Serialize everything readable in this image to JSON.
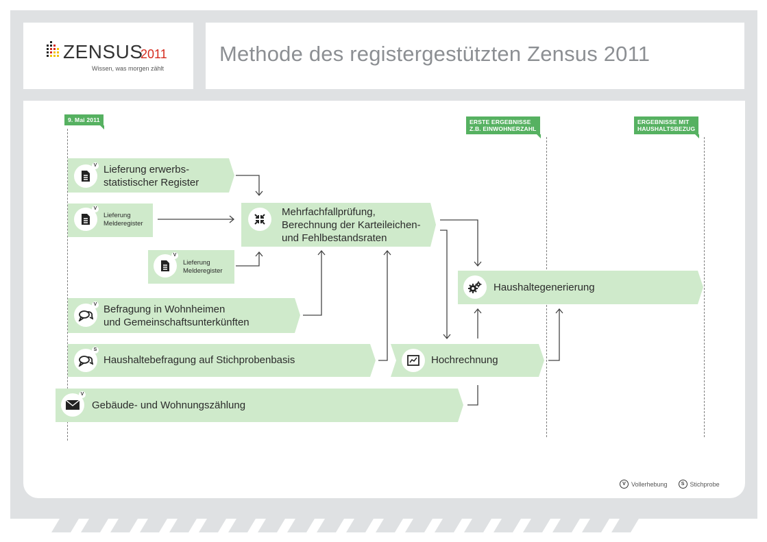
{
  "header": {
    "logo_text": "ZENSUS",
    "logo_year": "2011",
    "logo_tagline": "Wissen, was morgen zählt",
    "title": "Methode des registergestützten Zensus 2011"
  },
  "timeline": {
    "start": "9. Mai 2011",
    "milestone1_line1": "ERSTE ERGEBNISSE",
    "milestone1_line2": "Z.B. EINWOHNERZAHL",
    "milestone2_line1": "ERGEBNISSE MIT",
    "milestone2_line2": "HAUSHALTSBEZUG"
  },
  "boxes": {
    "register_line1": "Lieferung erwerbs-",
    "register_line2": "statistischer Register",
    "melde1_line1": "Lieferung",
    "melde1_line2": "Melderegister",
    "melde2_line1": "Lieferung",
    "melde2_line2": "Melderegister",
    "mehrfach_line1": "Mehrfachfallprüfung,",
    "mehrfach_line2": "Berechnung der Karteileichen-",
    "mehrfach_line3": "und Fehlbestandsraten",
    "befragung_line1": "Befragung in Wohnheimen",
    "befragung_line2": "und Gemeinschaftsunterkünften",
    "haushalte_stichprobe": "Haushaltebefragung auf Stichprobenbasis",
    "hochrechnung": "Hochrechnung",
    "haushaltegenerierung": "Haushaltegenerierung",
    "gebaeude": "Gebäude- und Wohnungszählung"
  },
  "badges": {
    "v": "V",
    "s": "S"
  },
  "legend": {
    "v_symbol": "V",
    "v_label": "Vollerhebung",
    "s_symbol": "S",
    "s_label": "Stichprobe"
  },
  "colors": {
    "box_fill": "#cfeacb",
    "flag_green": "#56b161",
    "frame_gray": "#dfe1e3",
    "title_gray": "#8c8f93"
  },
  "icons": [
    "document-icon",
    "compress-icon",
    "speech-bubble-icon",
    "gears-icon",
    "chart-icon",
    "envelope-icon"
  ]
}
